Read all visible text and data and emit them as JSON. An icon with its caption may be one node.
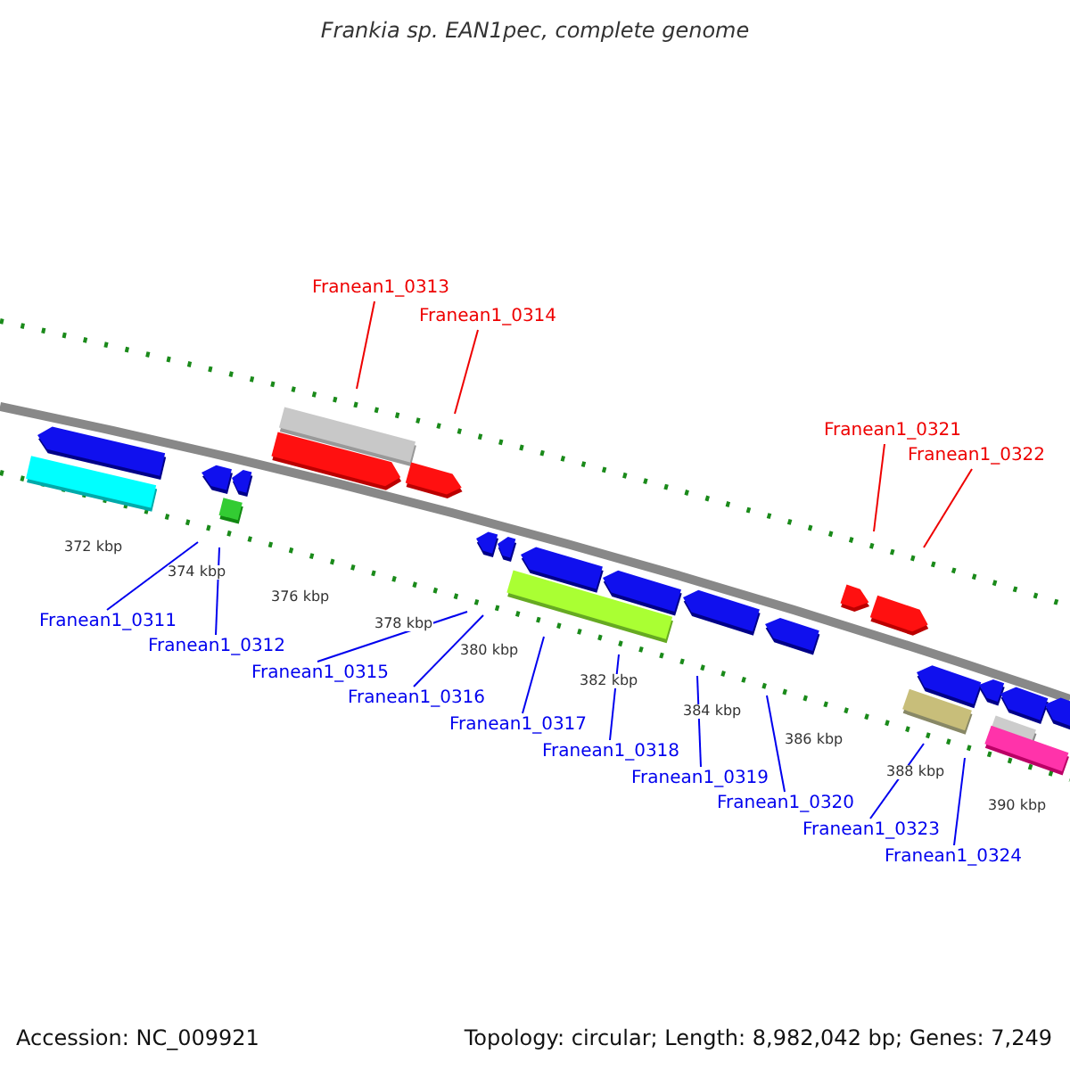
{
  "diagram": {
    "title": "Frankia sp. EAN1pec, complete genome",
    "nodes": [
      {
        "text": [
          "Franean1_0313"
        ]
      },
      {
        "text": [
          "Franean1_0314"
        ]
      },
      {
        "text": [
          "Franean1_0321"
        ]
      },
      {
        "text": [
          "Franean1_0322"
        ]
      },
      {
        "text": [
          "Franean1_0311"
        ]
      },
      {
        "text": [
          "Franean1_0312"
        ]
      },
      {
        "text": [
          "Franean1_0315"
        ]
      },
      {
        "text": [
          "Franean1_0316"
        ]
      },
      {
        "text": [
          "Franean1_0317"
        ]
      },
      {
        "text": [
          "Franean1_0318"
        ]
      },
      {
        "text": [
          "Franean1_0319"
        ]
      },
      {
        "text": [
          "Franean1_0320"
        ]
      },
      {
        "text": [
          "Franean1_0323"
        ]
      },
      {
        "text": [
          "Franean1_0324"
        ]
      }
    ],
    "edges": [
      {
        "from": 0,
        "to": null,
        "arrow": "none",
        "color": "#ee0000"
      },
      {
        "from": 1,
        "to": null,
        "arrow": "none",
        "color": "#ee0000"
      },
      {
        "from": 2,
        "to": null,
        "arrow": "none",
        "color": "#ee0000"
      },
      {
        "from": 3,
        "to": null,
        "arrow": "none",
        "color": "#ee0000"
      },
      {
        "from": 4,
        "to": null,
        "arrow": "none"
      },
      {
        "from": 5,
        "to": null,
        "arrow": "none"
      },
      {
        "from": 6,
        "to": null,
        "arrow": "none"
      },
      {
        "from": 7,
        "to": null,
        "arrow": "none"
      },
      {
        "from": 8,
        "to": null,
        "arrow": "none"
      },
      {
        "from": 9,
        "to": null,
        "arrow": "none"
      },
      {
        "from": 10,
        "to": null,
        "arrow": "none"
      },
      {
        "from": 11,
        "to": null,
        "arrow": "none"
      },
      {
        "from": 12,
        "to": null,
        "arrow": "none"
      },
      {
        "from": 13,
        "to": null,
        "arrow": "none"
      }
    ],
    "labels": [
      "372 kbp",
      "374 kbp",
      "376 kbp",
      "378 kbp",
      "380 kbp",
      "382 kbp",
      "384 kbp",
      "386 kbp",
      "388 kbp",
      "390 kbp",
      "Accession: NC_009921",
      "Topology: circular; Length: 8,982,042 bp; Genes: 7,249"
    ]
  }
}
